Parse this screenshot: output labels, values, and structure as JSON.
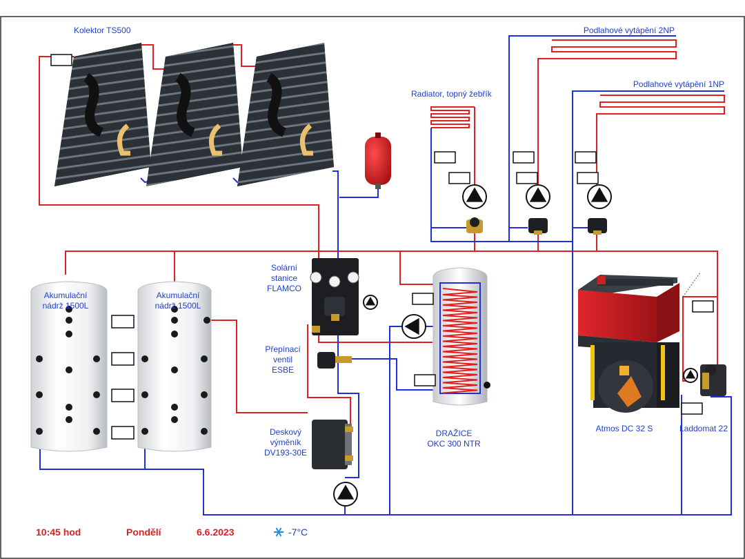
{
  "labels": {
    "collector": "Kolektor TS500",
    "floor2": "Podlahové vytápění 2NP",
    "floor1": "Podlahové vytápění 1NP",
    "radiator": "Radiator, topný žebřík",
    "tank1": [
      "Akumulační",
      "nádrž 1500L"
    ],
    "tank2": [
      "Akumulační",
      "nádrž 1500L"
    ],
    "solar_station": [
      "Solární",
      "stanice",
      "FLAMCO"
    ],
    "valve": [
      "Přepínací",
      "ventil",
      "ESBE"
    ],
    "exchanger": [
      "Deskový",
      "výměník",
      "DV193-30E"
    ],
    "boiler_tank": [
      "DRAŽICE",
      "OKC 300 NTR"
    ],
    "boiler": "Atmos DC 32 S",
    "laddomat": "Laddomat 22"
  },
  "status": {
    "time": "10:45 hod",
    "day": "Pondělí",
    "date": "6.6.2023",
    "temperature": "-7°C"
  },
  "readouts": {
    "collector": "",
    "radiator_top": "",
    "radiator_pump": "",
    "floor2_top": "",
    "floor2_pump": "",
    "floor1_top": "",
    "floor1_pump": "",
    "tank_1": "",
    "tank_2": "",
    "tank_3": "",
    "tank_4": "",
    "dhw_top": "",
    "dhw_bottom": "",
    "boiler": "",
    "laddomat": ""
  },
  "colors": {
    "hot": "#e02020",
    "cold": "#1f2fe0",
    "label": "#1f3fcf",
    "boiler_red": "#d81e24",
    "panel_dark": "#2b2f36"
  }
}
